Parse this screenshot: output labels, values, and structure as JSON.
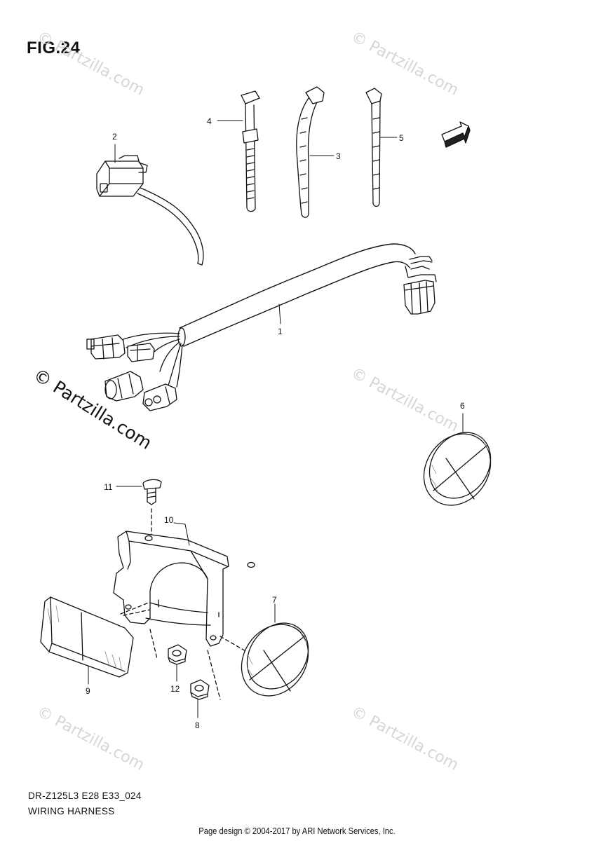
{
  "figure_title": "FIG.24",
  "watermark": "© Partzilla.com",
  "model_code": "DR-Z125L3 E28 E33_024",
  "section_name": "WIRING HARNESS",
  "credit": "Page design © 2004-2017 by ARI Network Services, Inc.",
  "fwd_label": "FWD",
  "callouts": {
    "c1": "1",
    "c2": "2",
    "c3": "3",
    "c4": "4",
    "c5": "5",
    "c6": "6",
    "c7": "7",
    "c8": "8",
    "c9": "9",
    "c10": "10",
    "c11": "11",
    "c12": "12"
  }
}
